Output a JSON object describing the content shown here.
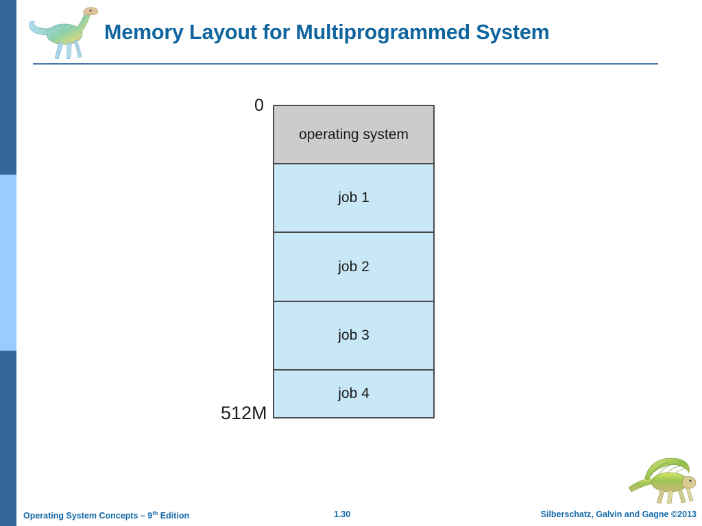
{
  "slide": {
    "title": "Memory Layout for Multiprogrammed System",
    "title_color": "#10659f",
    "background_color": "#ffffff"
  },
  "sidebar": {
    "segments": [
      {
        "name": "top",
        "color": "#336699"
      },
      {
        "name": "middle",
        "color": "#99ccff"
      },
      {
        "name": "bottom",
        "color": "#336699"
      }
    ]
  },
  "header": {
    "logo_icon": "dinosaur-icon",
    "logo_description": "blue-green long-necked dinosaur"
  },
  "diagram": {
    "type": "memory-layout",
    "address_top": "0",
    "address_bottom": "512M",
    "border_color": "#4a4a4a",
    "blocks": [
      {
        "label": "operating system",
        "fill": "#cccccc"
      },
      {
        "label": "job 1",
        "fill": "#c8e7f7"
      },
      {
        "label": "job 2",
        "fill": "#c8e7f7"
      },
      {
        "label": "job 3",
        "fill": "#c8e7f7"
      },
      {
        "label": "job 4",
        "fill": "#c8e7f7"
      }
    ]
  },
  "footer": {
    "left_text_main": "Operating System Concepts – 9",
    "left_text_sup": "th",
    "left_text_tail": " Edition",
    "page_number": "1.30",
    "right_text": "Silberschatz, Galvin and Gagne ©2013",
    "text_color": "#1268a8",
    "logo_icon": "dinosaur-icon",
    "logo_description": "green-yellow sail-backed dinosaur"
  }
}
